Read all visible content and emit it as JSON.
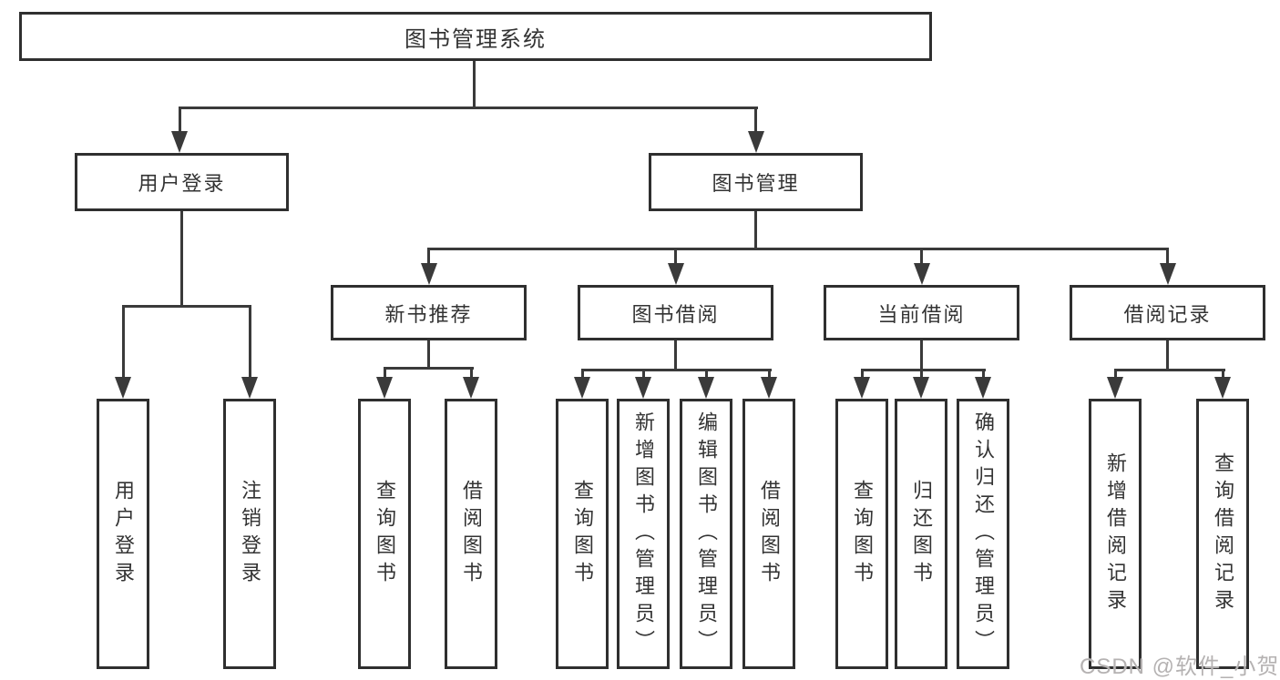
{
  "tree": {
    "root": {
      "label": "图书管理系统",
      "children": [
        {
          "label": "用户登录",
          "leaves": [
            "用户登录",
            "注销登录"
          ]
        },
        {
          "label": "图书管理",
          "children": [
            {
              "label": "新书推荐",
              "leaves": [
                "查询图书",
                "借阅图书"
              ]
            },
            {
              "label": "图书借阅",
              "leaves": [
                "查询图书",
                "新增图书（管理员）",
                "编辑图书（管理员）",
                "借阅图书"
              ]
            },
            {
              "label": "当前借阅",
              "leaves": [
                "查询图书",
                "归还图书",
                "确认归还（管理员）"
              ]
            },
            {
              "label": "借阅记录",
              "leaves": [
                "新增借阅记录",
                "查询借阅记录"
              ]
            }
          ]
        }
      ]
    }
  },
  "watermark": {
    "text": "CSDN @软件_小贺同学"
  },
  "colors": {
    "line": "#3a3a3a",
    "box_border": "#2f2f2f",
    "text": "#333333",
    "background": "#ffffff",
    "watermark": "#b5b2b2"
  }
}
